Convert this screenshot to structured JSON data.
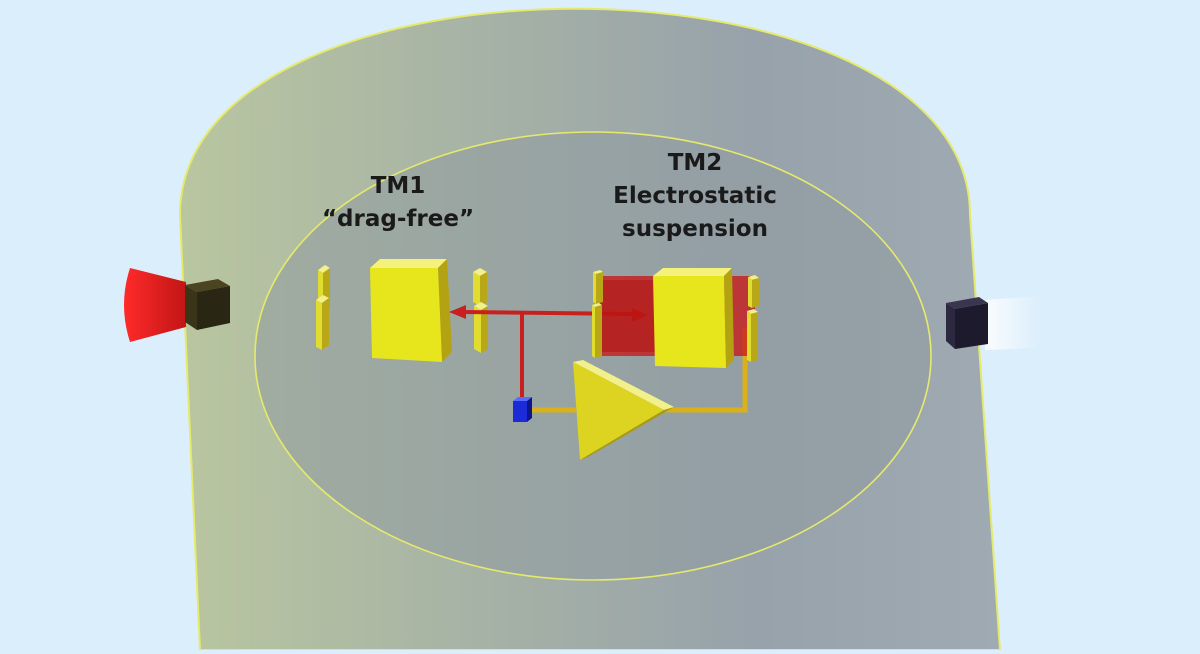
{
  "labels": {
    "tm1_title": "TM1",
    "tm1_mode": "“drag-free”",
    "tm2_title": "TM2",
    "tm2_mode_line1": "Electrostatic",
    "tm2_mode_line2": "suspension"
  },
  "colors": {
    "background": "#dbeefb",
    "cylinder_outline": "#e6ea6a",
    "cylinder_body": "#9aa6ad",
    "test_mass": "#e8e61a",
    "laser_beam": "#c8201e",
    "thruster_cone": "#e82020",
    "sensor_node": "#1c2bd8",
    "feedback_wire": "#e8c81a"
  },
  "icons": [
    "thruster-cone-icon",
    "amplifier-triangle-icon",
    "sensor-node-icon"
  ]
}
